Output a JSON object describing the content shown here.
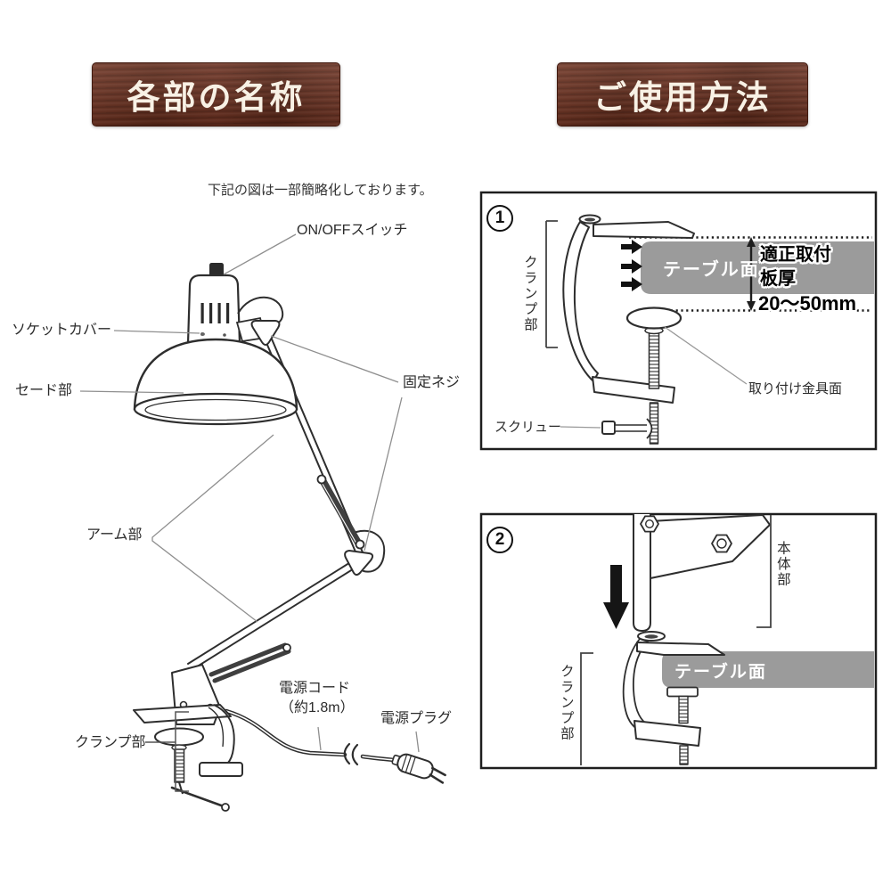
{
  "banners": {
    "parts": "各部の名称",
    "usage": "ご使用方法"
  },
  "colors": {
    "wood": "#6b3120",
    "table_gray": "#9b9b9b",
    "line": "#2e2e2e"
  },
  "parts_diagram": {
    "note": "下記の図は一部簡略化しております。",
    "labels": {
      "switch": "ON/OFFスイッチ",
      "socket_cover": "ソケットカバー",
      "shade": "セード部",
      "fixing_screw": "固定ネジ",
      "arm": "アーム部",
      "cord_line1": "電源コード",
      "cord_line2": "（約1.8m）",
      "plug": "電源プラグ",
      "clamp": "クランプ部"
    }
  },
  "usage_steps": {
    "step1": {
      "number": "1",
      "clamp": "クランプ部",
      "table": "テーブル面",
      "thickness_line1": "適正取付",
      "thickness_line2": "板厚",
      "thickness_line3": "20〜50mm",
      "bracket_face": "取り付け金具面",
      "screw": "スクリュー"
    },
    "step2": {
      "number": "2",
      "body": "本体部",
      "table": "テーブル面",
      "clamp": "クランプ部"
    }
  }
}
